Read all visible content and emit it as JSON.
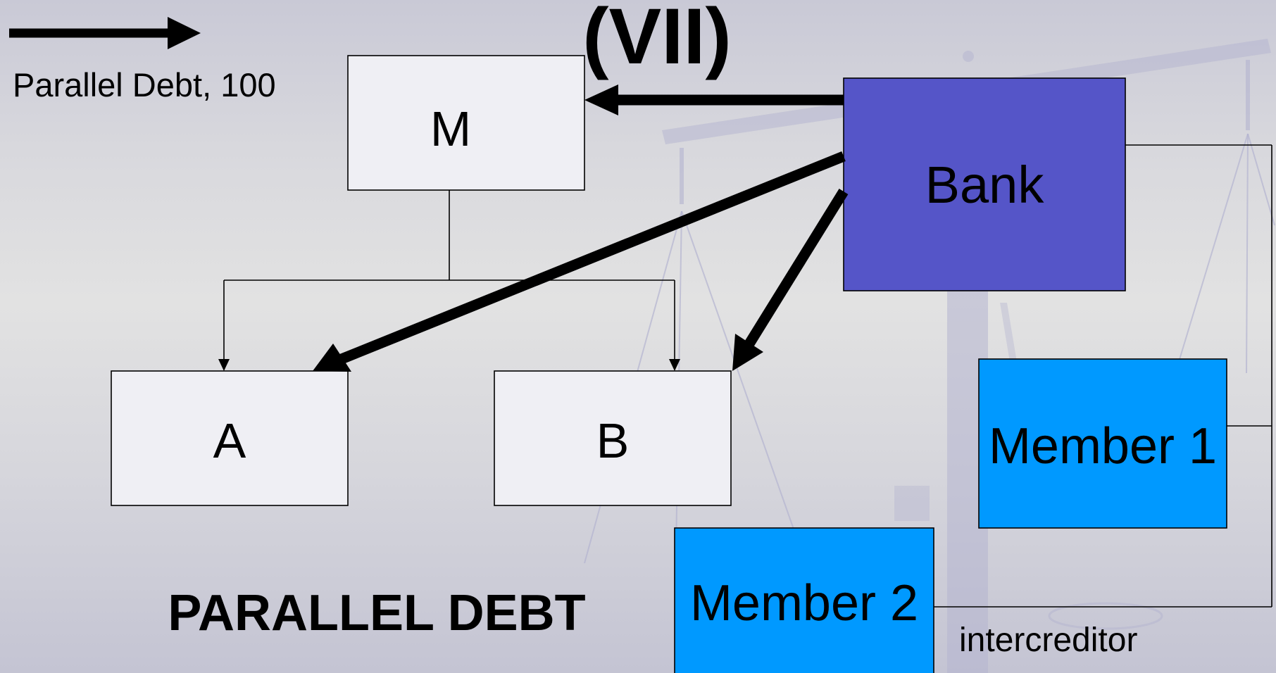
{
  "slide": {
    "title": "(VII)",
    "subtitle": "PARALLEL DEBT",
    "legend_label": "Parallel Debt, 100",
    "footnote": "intercreditor"
  },
  "nodes": {
    "m": "M",
    "a": "A",
    "b": "B",
    "bank": "Bank",
    "member1": "Member 1",
    "member2": "Member 2"
  },
  "colors": {
    "entity_box": "#efeff4",
    "bank": "#5555c8",
    "member": "#0099ff",
    "arrow": "#000000",
    "watermark": "#b4b4d0"
  },
  "watermark_icon": "scales-of-justice-icon"
}
